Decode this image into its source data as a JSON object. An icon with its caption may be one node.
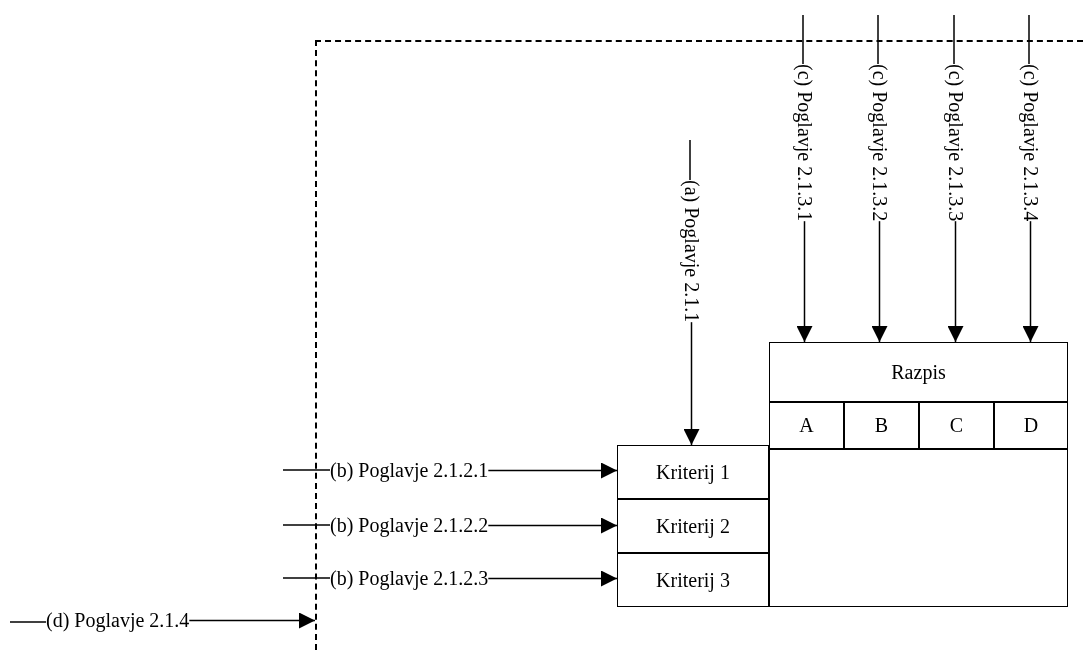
{
  "diagram": {
    "nodes": [
      {
        "text": [],
        "shape": "box"
      },
      {
        "text": [
          "Razpis"
        ],
        "in": 0
      },
      {
        "text": [
          "A"
        ],
        "in": 0
      },
      {
        "text": [
          "B"
        ],
        "in": 0
      },
      {
        "text": [
          "C"
        ],
        "in": 0
      },
      {
        "text": [
          "D"
        ],
        "in": 0
      },
      {
        "text": [
          "Kriterij 1"
        ],
        "in": 0
      },
      {
        "text": [
          "Kriterij 2"
        ],
        "in": 0
      },
      {
        "text": [
          "Kriterij 3"
        ],
        "in": 0
      },
      {
        "text": [],
        "shape": "box",
        "in": 0
      },
      {
        "text": [
          "(a) Poglavje 2.1.1"
        ],
        "in": 0
      },
      {
        "text": [
          "(c) Poglavje 2.1.3.1"
        ],
        "in": 0
      },
      {
        "text": [
          "(c) Poglavje 2.1.3.2"
        ],
        "in": 0
      },
      {
        "text": [
          "(c) Poglavje 2.1.3.3"
        ],
        "in": 0
      },
      {
        "text": [
          "(c) Poglavje 2.1.3.4"
        ],
        "in": 0
      },
      {
        "text": [
          "(b) Poglavje 2.1.2.1"
        ],
        "in": 0
      },
      {
        "text": [
          "(b) Poglavje 2.1.2.2"
        ],
        "in": 0
      },
      {
        "text": [
          "(b) Poglavje 2.1.2.3"
        ],
        "in": 0
      },
      {
        "text": [
          "(d) Poglavje 2.1.4"
        ]
      }
    ],
    "edges": [
      {
        "from": null,
        "to": 11,
        "arrow": "none"
      },
      {
        "from": 11,
        "to": 1,
        "arrow": "to"
      },
      {
        "from": null,
        "to": 12,
        "arrow": "none"
      },
      {
        "from": 12,
        "to": 1,
        "arrow": "to"
      },
      {
        "from": null,
        "to": 13,
        "arrow": "none"
      },
      {
        "from": 13,
        "to": 1,
        "arrow": "to"
      },
      {
        "from": null,
        "to": 14,
        "arrow": "none"
      },
      {
        "from": 14,
        "to": 1,
        "arrow": "to"
      },
      {
        "from": null,
        "to": 10,
        "arrow": "none"
      },
      {
        "from": 10,
        "to": 6,
        "arrow": "to"
      },
      {
        "from": null,
        "to": 15,
        "arrow": "none"
      },
      {
        "from": 15,
        "to": 6,
        "arrow": "to"
      },
      {
        "from": null,
        "to": 16,
        "arrow": "none"
      },
      {
        "from": 16,
        "to": 7,
        "arrow": "to"
      },
      {
        "from": null,
        "to": 17,
        "arrow": "none"
      },
      {
        "from": 17,
        "to": 8,
        "arrow": "to"
      },
      {
        "from": null,
        "to": 18,
        "arrow": "none"
      },
      {
        "from": 18,
        "to": 0,
        "arrow": "to"
      }
    ]
  }
}
